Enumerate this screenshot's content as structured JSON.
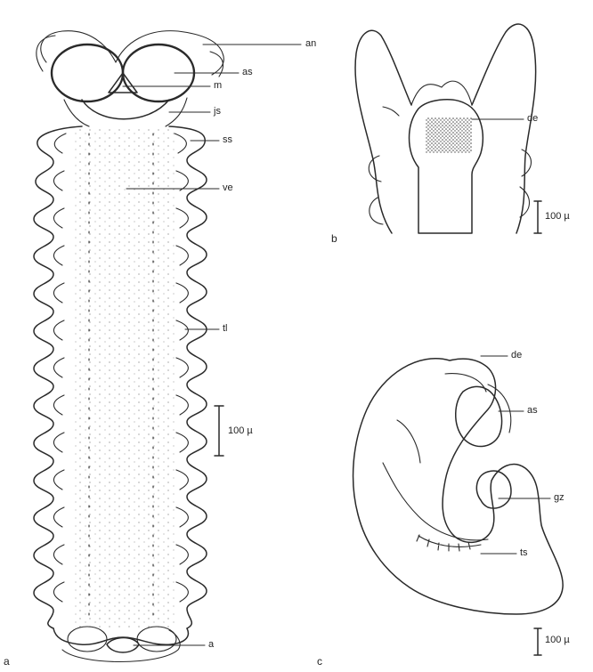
{
  "figure": {
    "panels": [
      {
        "id": "a",
        "letter": "a",
        "scale_bar": "100 µ",
        "labels": [
          "an",
          "as",
          "m",
          "js",
          "ss",
          "ve",
          "tl",
          "a"
        ]
      },
      {
        "id": "b",
        "letter": "b",
        "scale_bar": "100 µ",
        "labels": [
          "de"
        ]
      },
      {
        "id": "c",
        "letter": "c",
        "scale_bar": "100 µ",
        "labels": [
          "de",
          "as",
          "gz",
          "ts"
        ]
      }
    ]
  }
}
